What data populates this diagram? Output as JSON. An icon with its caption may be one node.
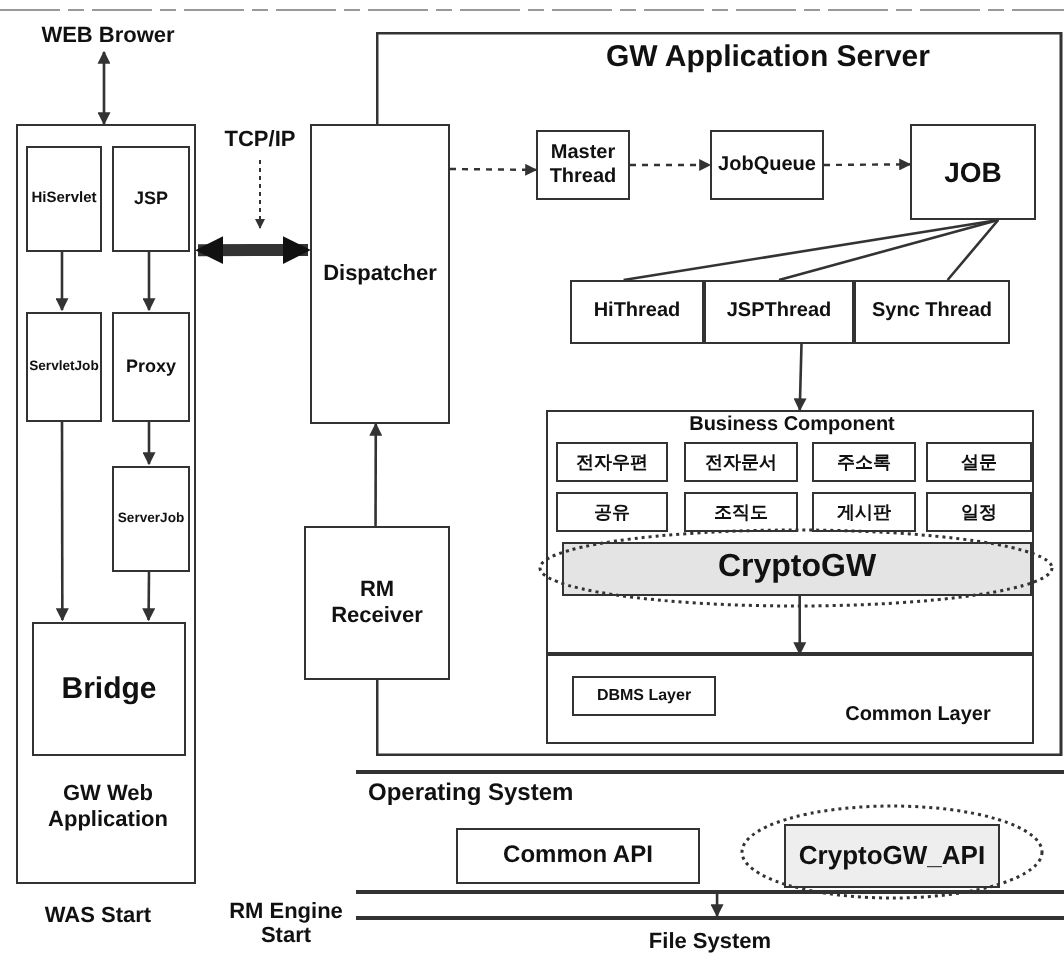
{
  "diagram": {
    "nodes": [
      {
        "text": [
          "WEB Brower"
        ]
      },
      {
        "text": [
          "GW Web Application"
        ]
      },
      {
        "text": [
          "HiServlet"
        ],
        "in": 1
      },
      {
        "text": [
          "JSP"
        ],
        "in": 1
      },
      {
        "text": [
          "ServletJob"
        ],
        "in": 1
      },
      {
        "text": [
          "Proxy"
        ],
        "in": 1
      },
      {
        "text": [
          "ServerJob"
        ],
        "in": 1
      },
      {
        "text": [
          "Bridge"
        ],
        "in": 1
      },
      {
        "text": [
          "Dispatcher"
        ]
      },
      {
        "text": [
          "RM Receiver"
        ]
      },
      {
        "text": [
          "GW Application Server"
        ]
      },
      {
        "text": [
          "Master Thread"
        ],
        "in": 10
      },
      {
        "text": [
          "JobQueue"
        ],
        "in": 10
      },
      {
        "text": [
          "JOB"
        ],
        "in": 10
      },
      {
        "text": [
          "HiThread"
        ],
        "in": 10
      },
      {
        "text": [
          "JSPThread"
        ],
        "in": 10
      },
      {
        "text": [
          "Sync Thread"
        ],
        "in": 10
      },
      {
        "text": [
          "Business Component"
        ],
        "in": 10
      },
      {
        "text": [
          "전자우편"
        ],
        "in": 17
      },
      {
        "text": [
          "전자문서"
        ],
        "in": 17
      },
      {
        "text": [
          "주소록"
        ],
        "in": 17
      },
      {
        "text": [
          "설문"
        ],
        "in": 17
      },
      {
        "text": [
          "공유"
        ],
        "in": 17
      },
      {
        "text": [
          "조직도"
        ],
        "in": 17
      },
      {
        "text": [
          "게시판"
        ],
        "in": 17
      },
      {
        "text": [
          "일정"
        ],
        "in": 17
      },
      {
        "text": [
          "CryptoGW"
        ],
        "in": 17
      },
      {
        "text": [
          "Common Layer"
        ],
        "in": 10
      },
      {
        "text": [
          "DBMS Layer"
        ],
        "in": 27
      },
      {
        "text": [
          "Operating System"
        ]
      },
      {
        "text": [
          "Common API"
        ],
        "in": 29
      },
      {
        "text": [
          "CryptoGW_API"
        ],
        "in": 29
      },
      {
        "text": [
          "File System"
        ]
      }
    ],
    "edges": [
      {
        "from": 0,
        "to": 1,
        "arrow": "both"
      },
      {
        "from": 2,
        "to": 4,
        "arrow": "to"
      },
      {
        "from": 3,
        "to": 5,
        "arrow": "to"
      },
      {
        "from": 4,
        "to": 7,
        "arrow": "to"
      },
      {
        "from": 5,
        "to": 6,
        "arrow": "to"
      },
      {
        "from": 6,
        "to": 7,
        "arrow": "to"
      },
      {
        "from": 1,
        "to": 8,
        "arrow": "both",
        "label": "TCP/IP",
        "style": "thick"
      },
      {
        "from": 9,
        "to": 8,
        "arrow": "to"
      },
      {
        "from": 8,
        "to": 11,
        "arrow": "to",
        "style": "dashed"
      },
      {
        "from": 11,
        "to": 12,
        "arrow": "to",
        "style": "dashed"
      },
      {
        "from": 12,
        "to": 13,
        "arrow": "to",
        "style": "dashed"
      },
      {
        "from": 13,
        "to": 14,
        "arrow": "none"
      },
      {
        "from": 13,
        "to": 15,
        "arrow": "none"
      },
      {
        "from": 13,
        "to": 16,
        "arrow": "none"
      },
      {
        "from": 15,
        "to": 17,
        "arrow": "to"
      },
      {
        "from": 26,
        "to": 27,
        "arrow": "to"
      },
      {
        "from": 29,
        "to": 32,
        "arrow": "to"
      }
    ],
    "labels": [
      "WAS Start",
      "RM Engine Start"
    ]
  }
}
